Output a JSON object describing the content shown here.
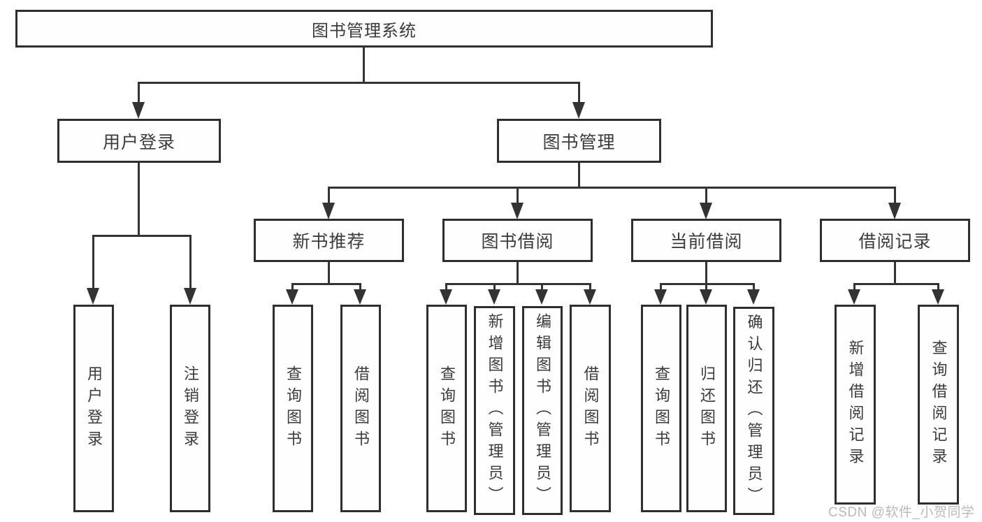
{
  "tree": {
    "root": "图书管理系统",
    "children": [
      {
        "label": "用户登录",
        "children": [
          {
            "label": "用户登录"
          },
          {
            "label": "注销登录"
          }
        ]
      },
      {
        "label": "图书管理",
        "children": [
          {
            "label": "新书推荐",
            "children": [
              {
                "label": "查询图书"
              },
              {
                "label": "借阅图书"
              }
            ]
          },
          {
            "label": "图书借阅",
            "children": [
              {
                "label": "查询图书"
              },
              {
                "label": "新增图书（管理员）"
              },
              {
                "label": "编辑图书（管理员）"
              },
              {
                "label": "借阅图书"
              }
            ]
          },
          {
            "label": "当前借阅",
            "children": [
              {
                "label": "查询图书"
              },
              {
                "label": "归还图书"
              },
              {
                "label": "确认归还（管理员）"
              }
            ]
          },
          {
            "label": "借阅记录",
            "children": [
              {
                "label": "新增借阅记录"
              },
              {
                "label": "查询借阅记录"
              }
            ]
          }
        ]
      }
    ]
  },
  "watermark": {
    "text": "CSDN @软件_小贺同学"
  },
  "colors": {
    "background": "#ffffff",
    "line": "#333333",
    "box_border": "#2e2e2e",
    "text": "#3b3b3b",
    "watermark": "#b9b9b9"
  }
}
